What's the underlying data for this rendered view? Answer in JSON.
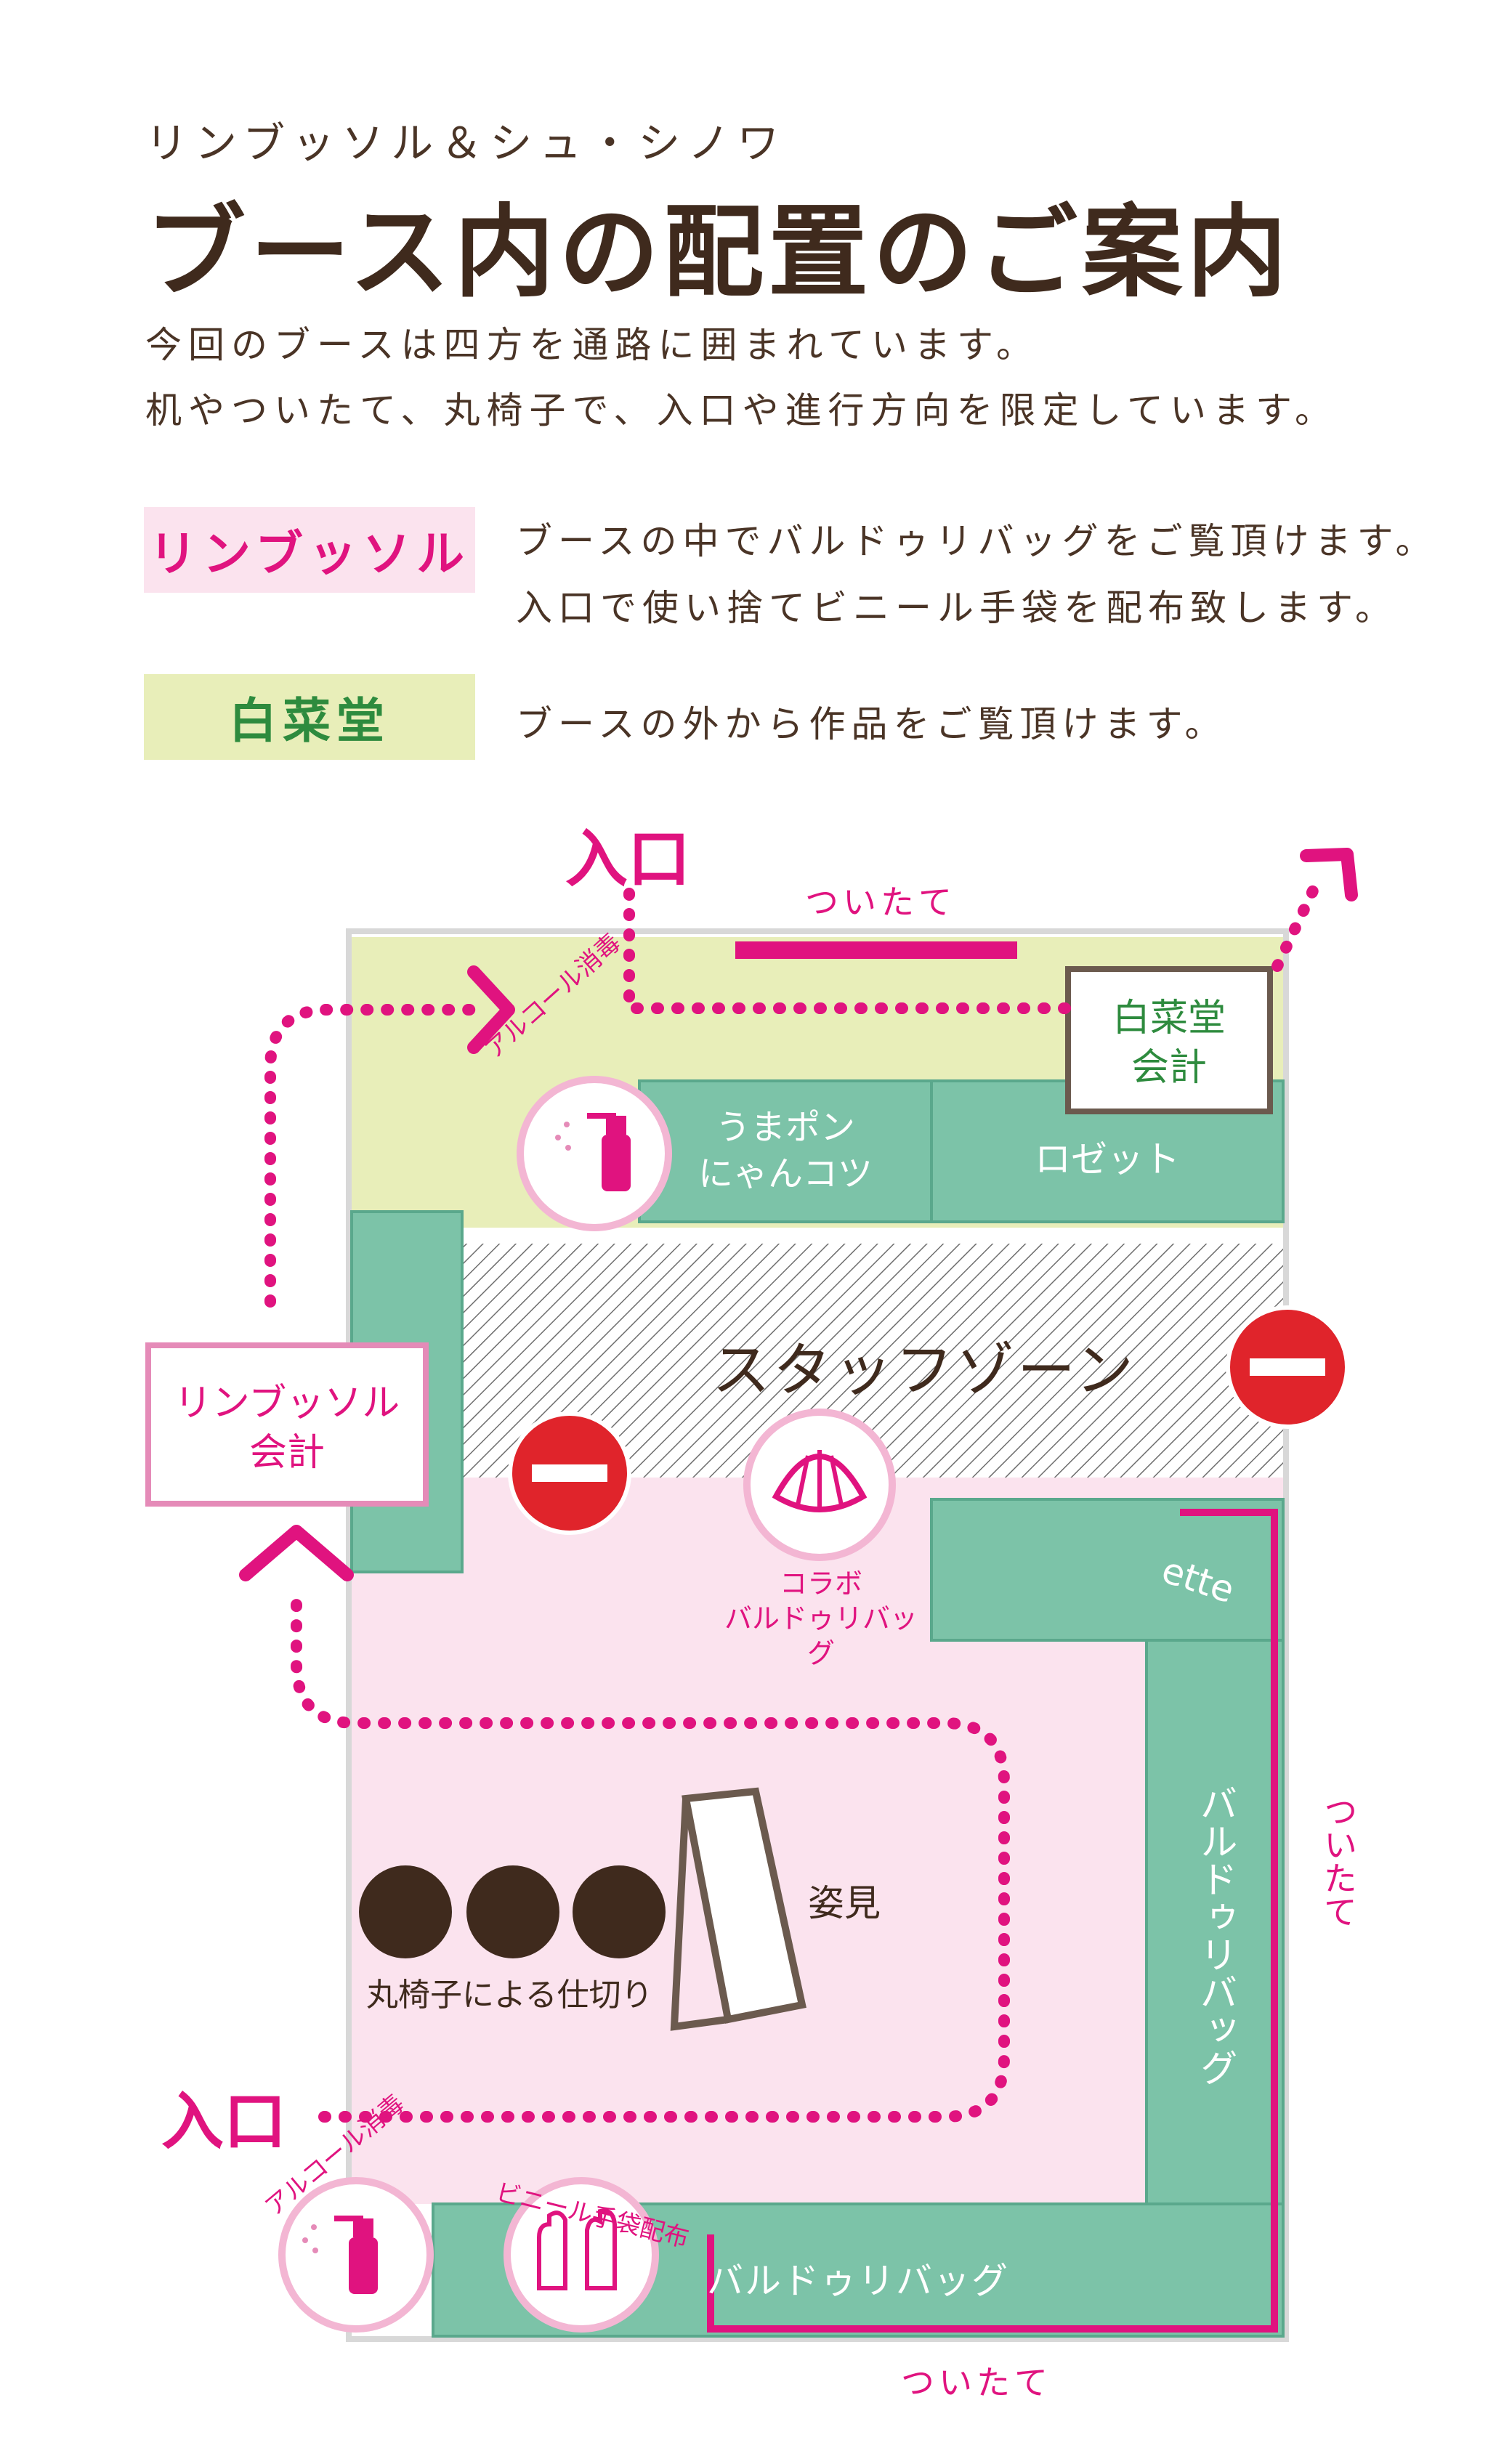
{
  "header": {
    "subtitle": "リンブッソル＆シュ・シノワ",
    "title": "ブース内の配置のご案内",
    "intro_line1": "今回のブースは四方を通路に囲まれています。",
    "intro_line2": "机やついたて、丸椅子で、入口や進行方向を限定しています。"
  },
  "legend": {
    "rinbussoru": {
      "tag": "リンブッソル",
      "line1": "ブースの中でバルドゥリバッグをご覧頂けます。",
      "line2": "入口で使い捨てビニール手袋を配布致します。"
    },
    "hakusaido": {
      "tag": "白菜堂",
      "line1": "ブースの外から作品をご覧頂けます。"
    }
  },
  "map": {
    "entrance_top": "入口",
    "entrance_bottom": "入口",
    "partition_top": "ついたて",
    "partition_right": "ついたて",
    "partition_bottom": "ついたて",
    "hakusaido_register_line1": "白菜堂",
    "hakusaido_register_line2": "会計",
    "rinbussoru_register_line1": "リンブッソル",
    "rinbussoru_register_line2": "会計",
    "alcohol_top": "アルコール消毒",
    "alcohol_bottom": "アルコール消毒",
    "gloves": "ビニール手袋配布",
    "table_umapon_line1": "うまポン",
    "table_umapon_line2": "にゃんコツ",
    "table_rosette": "ロゼット",
    "staff_zone": "スタッフゾーン",
    "collab_line1": "コラボ",
    "collab_line2": "バルドゥリバッグ",
    "ette": "ette",
    "bag_vertical": "バルドゥリバッグ",
    "bag_bottom": "バルドゥリバッグ",
    "mirror": "姿見",
    "stools": "丸椅子による仕切り"
  },
  "colors": {
    "pink_accent": "#e0137f",
    "pink_zone": "#fbe3ee",
    "green_zone": "#e8eeb9",
    "table_green": "#7cc3a8",
    "brown_text": "#4a3426",
    "no_entry_red": "#e0242b"
  }
}
